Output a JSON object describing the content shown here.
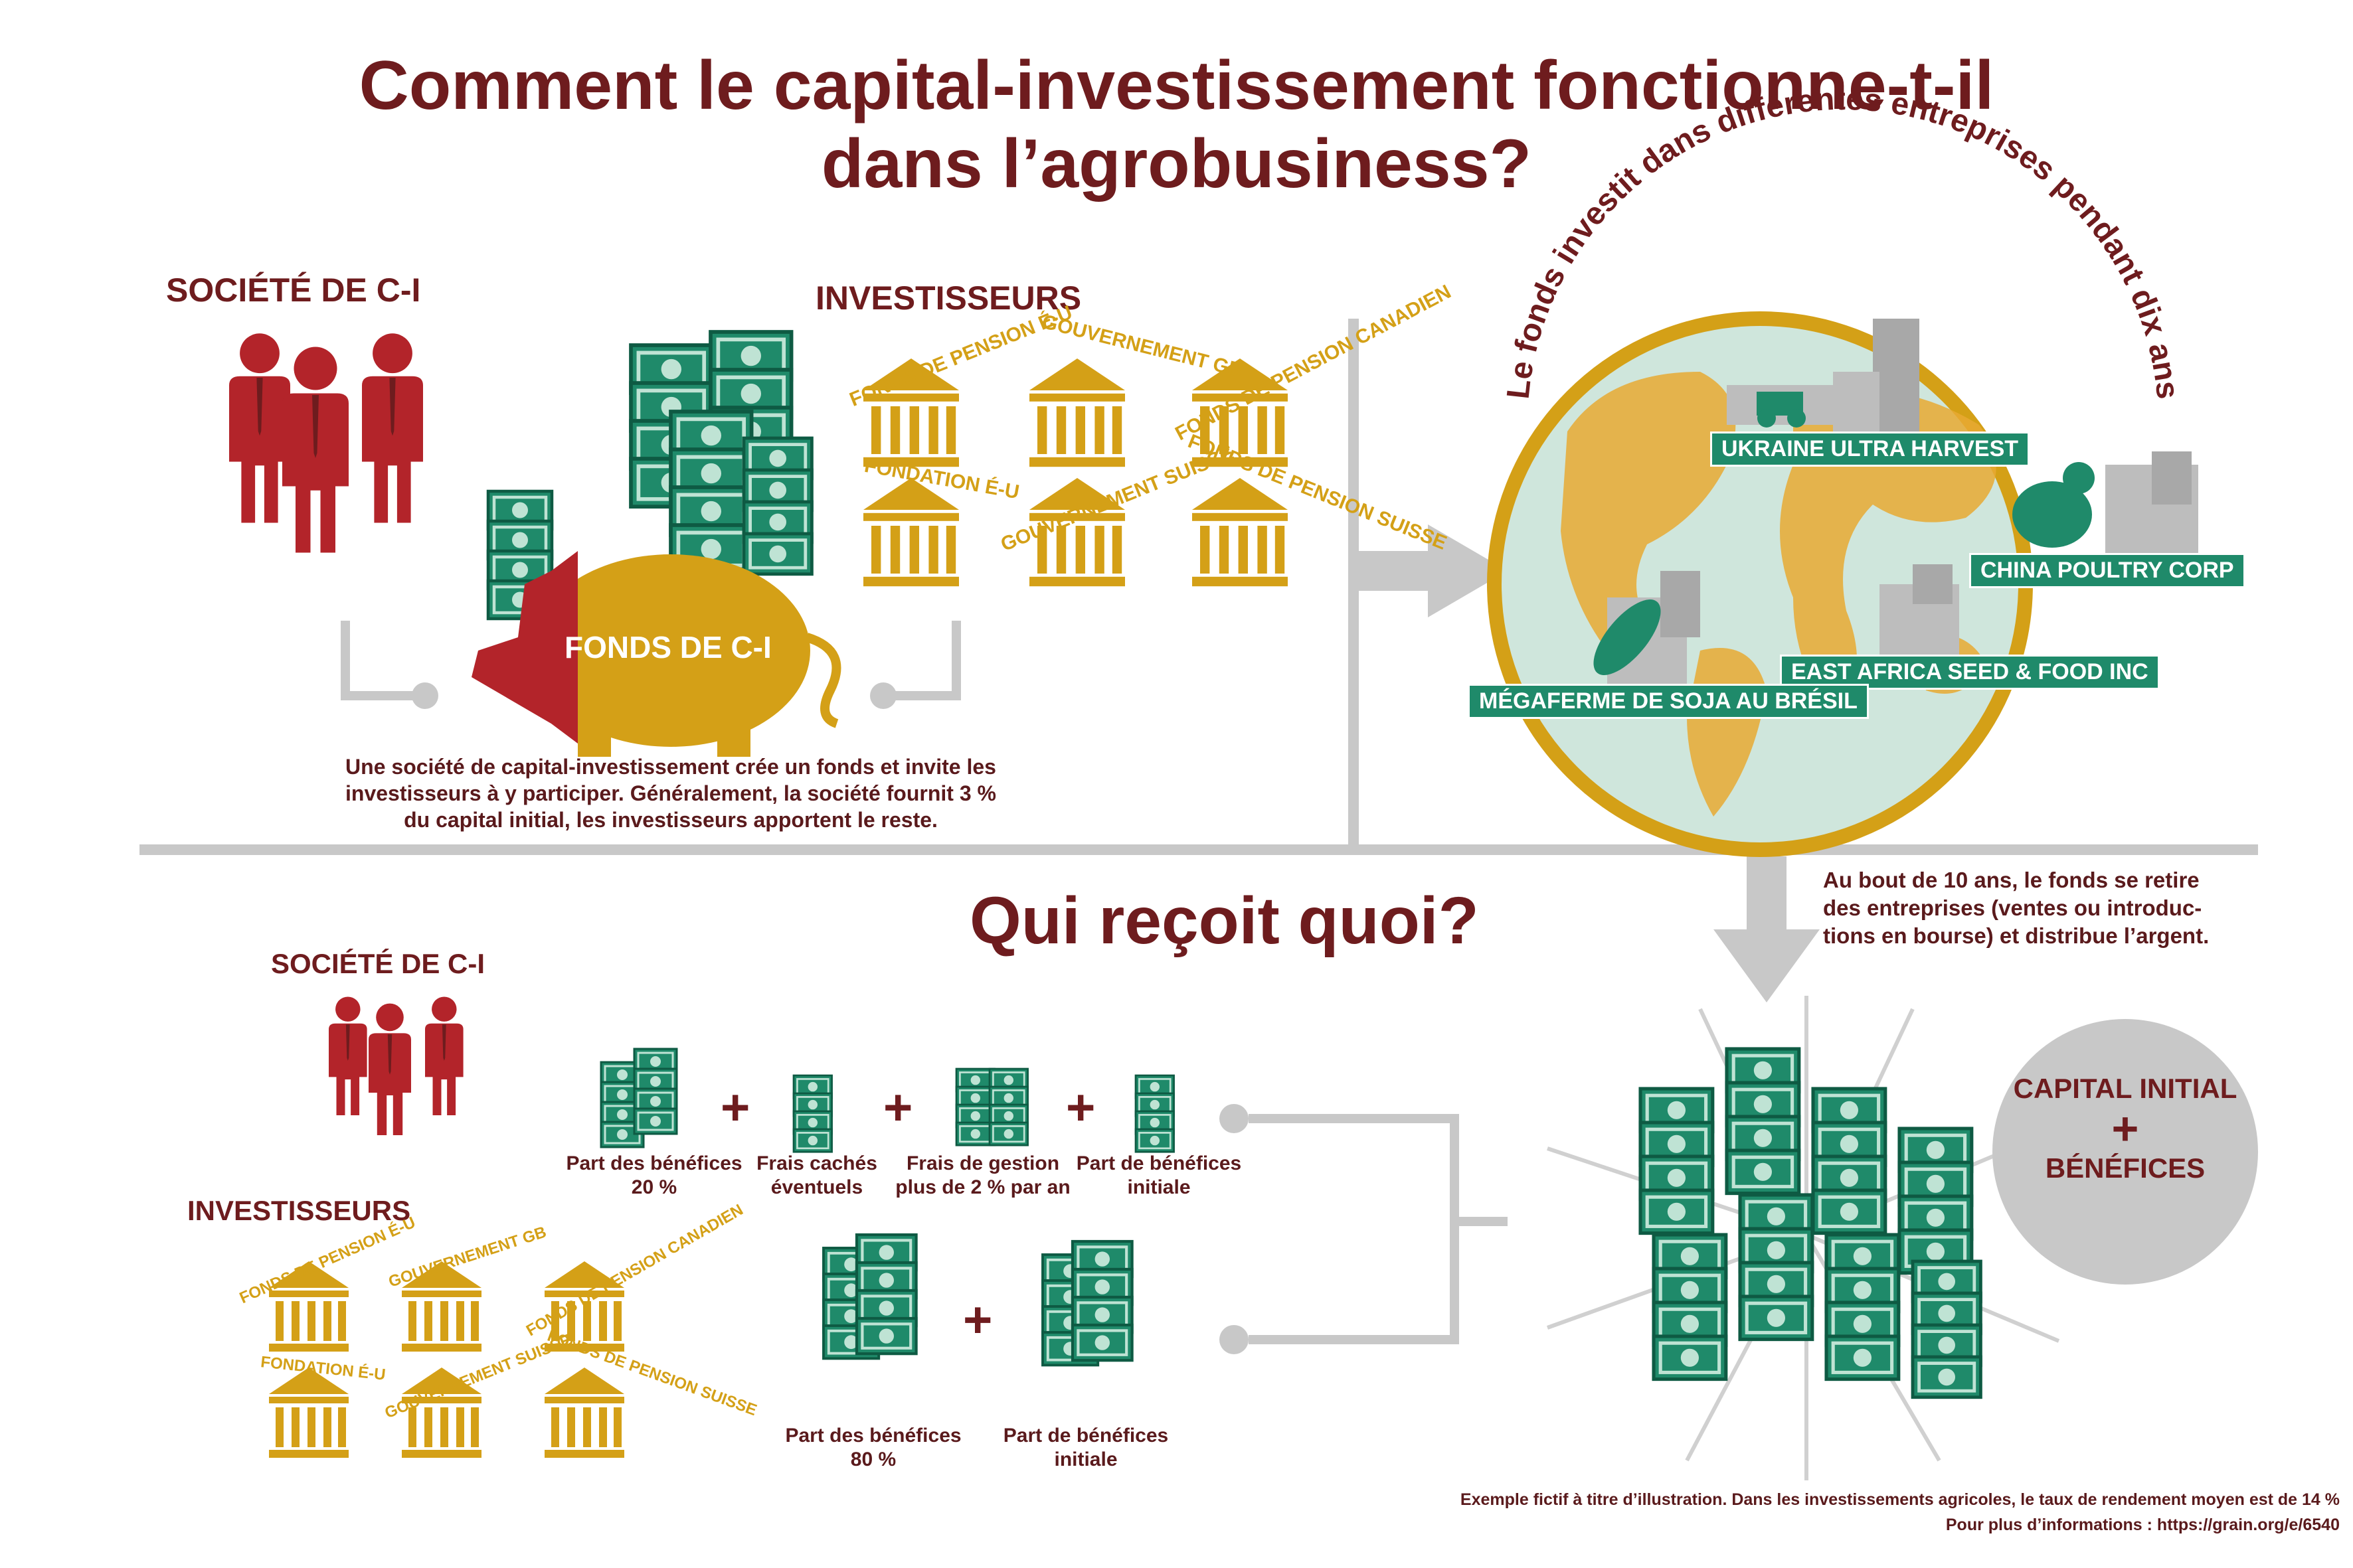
{
  "title_line1": "Comment le capital-investissement fonctionne-t-il",
  "title_line2": "dans l’agrobusiness?",
  "top": {
    "firm_label": "SOCIÉTÉ DE C-I",
    "investors_label": "INVESTISSEURS",
    "fund_label": "FONDS DE C-I",
    "institutions": [
      "FONDS DE PENSION É-U",
      "GOUVERNEMENT GB",
      "FONDS DE PENSION CANADIEN",
      "FONDATION É-U",
      "GOUVERNEMENT SUISSE",
      "FONDS DE PENSION SUISSE"
    ],
    "caption_line1": "Une société de capital-investissement crée  un fonds et invite les",
    "caption_line2": "investisseurs à y participer.  Généralement, la société fournit 3 %",
    "caption_line3": "du capital initial, les investisseurs apportent le reste."
  },
  "globe": {
    "arc_text": "Le fonds investit dans différentes entreprises pendant dix ans",
    "companies": [
      "UKRAINE ULTRA HARVEST",
      "CHINA POULTRY CORP",
      "EAST AFRICA SEED & FOOD INC",
      "MÉGAFERME DE SOJA AU BRÉSIL"
    ]
  },
  "exit_text": {
    "line1": "Au bout de 10 ans, le fonds se retire",
    "line2": "des entreprises (ventes ou introduc-",
    "line3": "tions en bourse) et distribue l’argent."
  },
  "bottom": {
    "title": "Qui reçoit quoi?",
    "firm_label": "SOCIÉTÉ DE C-I",
    "investors_label": "INVESTISSEURS",
    "plus": "+",
    "firm_items": [
      {
        "line1": "Part des bénéfices",
        "line2": "20 %"
      },
      {
        "line1": "Frais cachés",
        "line2": "éventuels"
      },
      {
        "line1": "Frais de gestion",
        "line2": "plus de 2 % par an"
      },
      {
        "line1": "Part de bénéfices",
        "line2": "initiale"
      }
    ],
    "investor_items": [
      {
        "line1": "Part des bénéfices",
        "line2": "80 %"
      },
      {
        "line1": "Part de bénéfices",
        "line2": "initiale"
      }
    ],
    "circle_line1": "CAPITAL INITIAL",
    "circle_plus": "+",
    "circle_line2": "BÉNÉFICES"
  },
  "footer": {
    "line1": "Exemple fictif à titre d’illustration. Dans les investissements agricoles, le taux de rendement moyen est de 14 %",
    "line2": "Pour plus d’informations : https://grain.org/e/6540"
  },
  "colors": {
    "maroon": "#6e1c1e",
    "red": "#b3242a",
    "gold": "#d4a017",
    "green": "#1f8a6a",
    "grey": "#c8c8c8",
    "globe": "#cfe6dc"
  }
}
